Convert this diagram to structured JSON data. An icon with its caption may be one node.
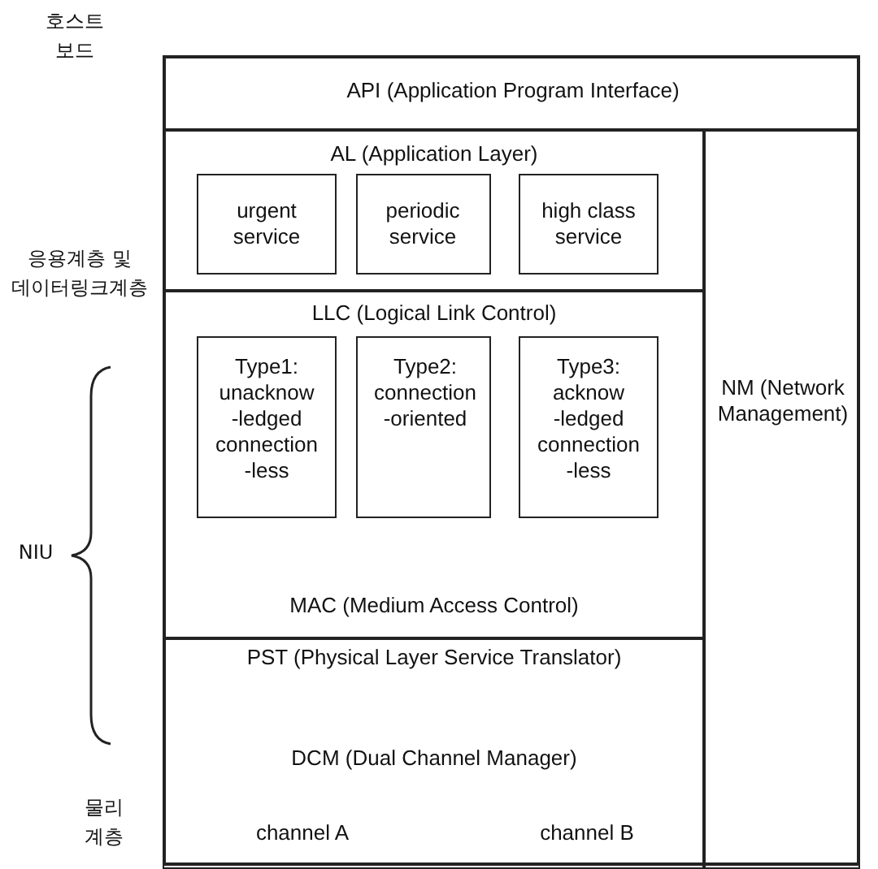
{
  "diagram": {
    "nodes": [
      {
        "text": [],
        "shape": "box"
      },
      {
        "text": [
          "API (Application Program Interface)"
        ],
        "in": 0
      },
      {
        "text": [
          "AL (Application Layer)"
        ],
        "in": 0
      },
      {
        "text": [
          "urgent service"
        ],
        "in": 2
      },
      {
        "text": [
          "periodic service"
        ],
        "in": 2
      },
      {
        "text": [
          "high class service"
        ],
        "in": 2
      },
      {
        "text": [
          "LLC (Logical Link Control)",
          "MAC (Medium Access Control)"
        ],
        "in": 0
      },
      {
        "text": [
          "Type1: unacknow -ledged connection -less"
        ],
        "in": 6
      },
      {
        "text": [
          "Type2: connection -oriented"
        ],
        "in": 6
      },
      {
        "text": [
          "Type3: acknow -ledged connection -less"
        ],
        "in": 6
      },
      {
        "text": [
          "PST (Physical Layer Service Translator)",
          "DCM (Dual Channel Manager)",
          "channel A",
          "channel B"
        ],
        "in": 0
      },
      {
        "text": [
          "NM (Network Management)"
        ],
        "in": 0
      }
    ],
    "edges": [],
    "labels": [
      "호스트 보드",
      "응용계층 및 데이터링크계층",
      "NIU",
      "물리 계층"
    ]
  }
}
